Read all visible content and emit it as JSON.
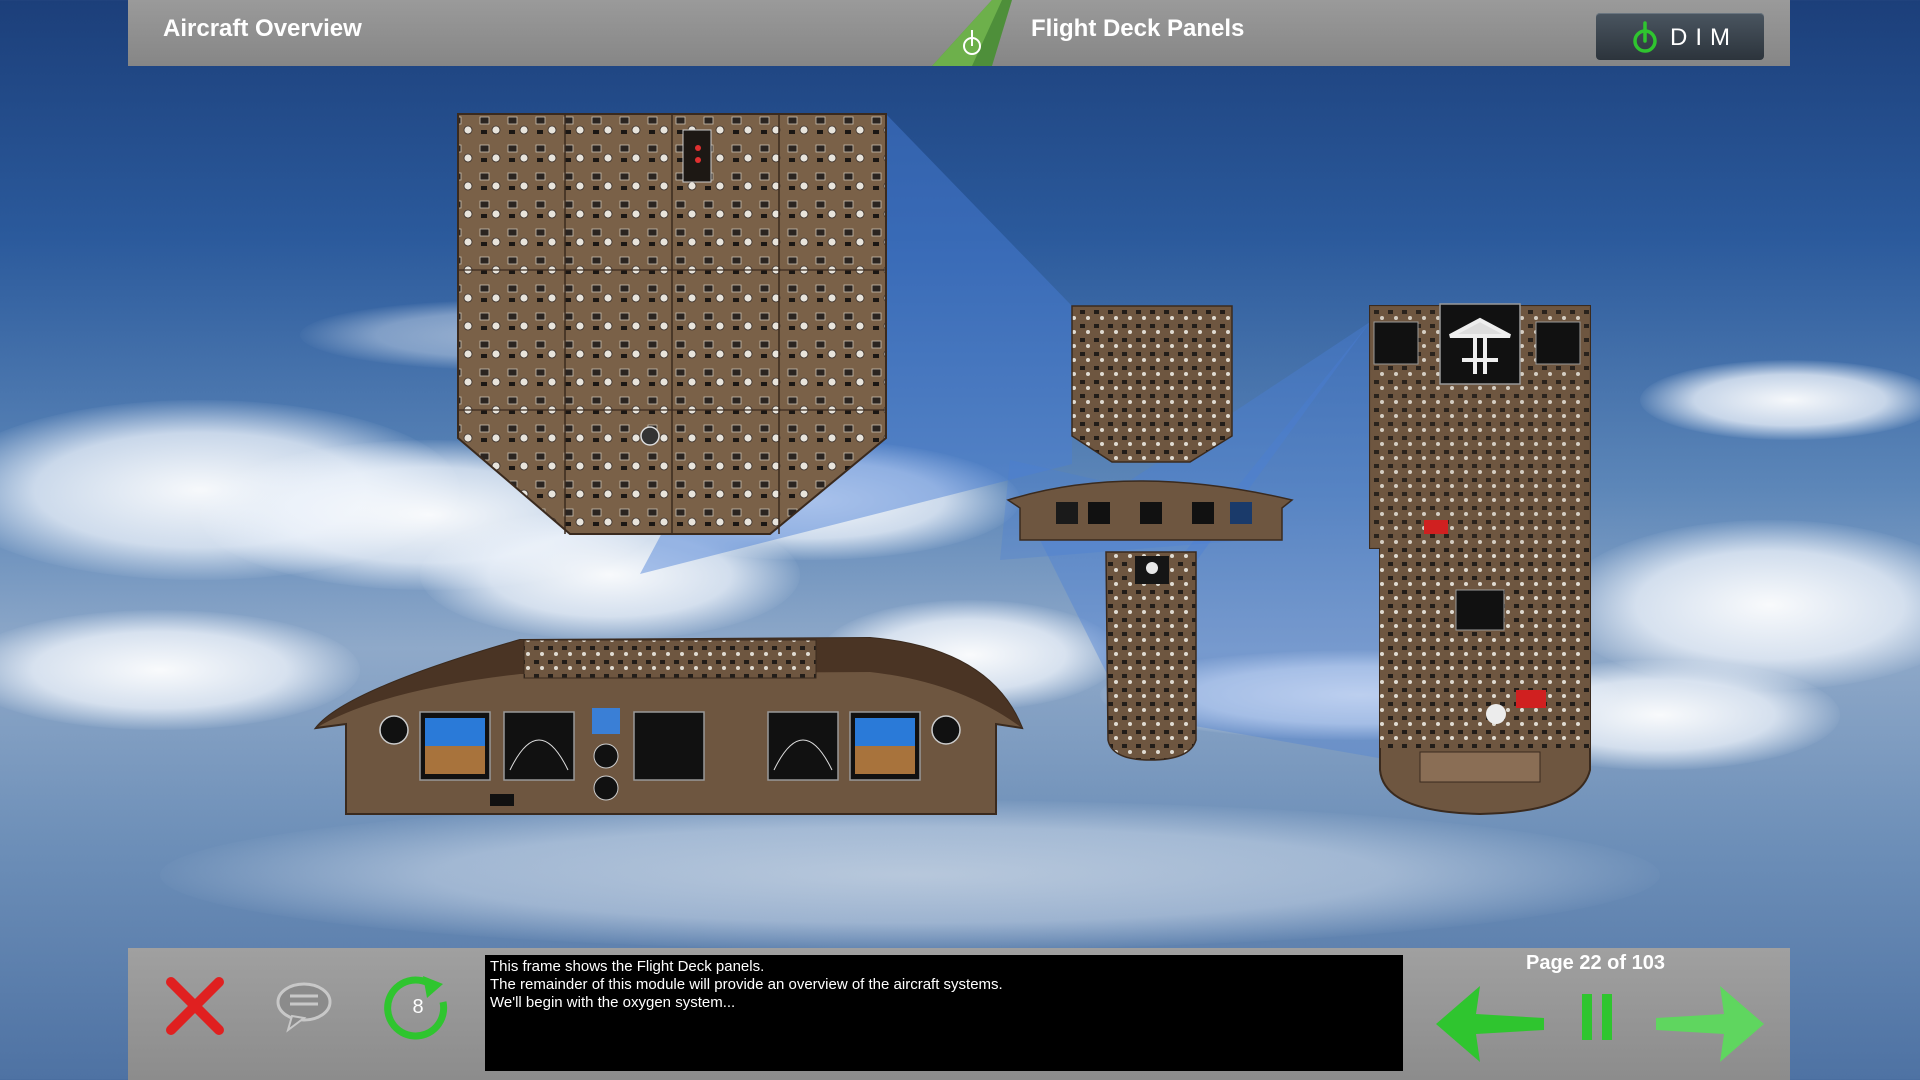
{
  "header": {
    "section_title": "Aircraft Overview",
    "page_title": "Flight Deck Panels",
    "dim_label": "DIM"
  },
  "narration": {
    "lines": [
      "This frame shows the Flight Deck panels.",
      "The remainder of this module will provide an overview of the aircraft systems.",
      "We'll begin with the oxygen system..."
    ]
  },
  "footer": {
    "page_indicator": "Page 22 of 103",
    "replay_count": "8"
  },
  "icons": {
    "close": "close-icon",
    "comment": "speech-bubble-icon",
    "replay": "replay-icon",
    "back": "arrow-left-icon",
    "pause": "pause-icon",
    "next": "arrow-right-icon"
  },
  "colors": {
    "accent_green": "#2fc52f",
    "close_red": "#e02020",
    "panel_brown": "#7a6148",
    "header_gray": "#8e8e8e"
  }
}
